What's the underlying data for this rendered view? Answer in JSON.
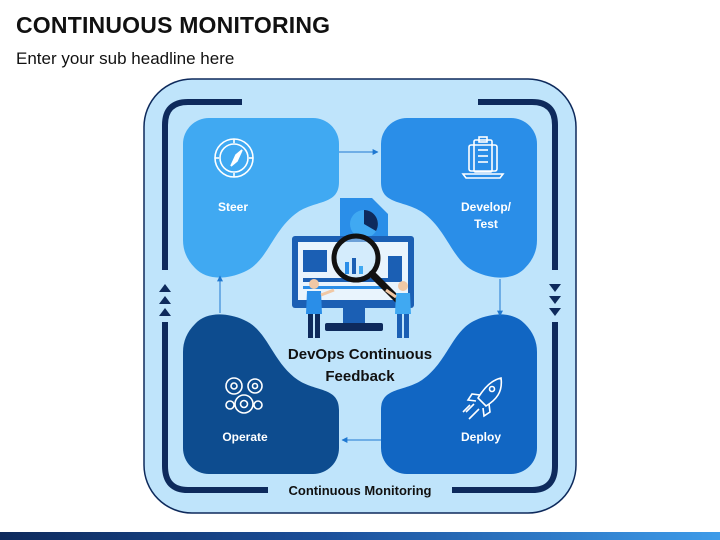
{
  "header": {
    "title": "CONTINUOUS MONITORING",
    "subtitle": "Enter your sub headline here"
  },
  "diagram": {
    "center_line1": "DevOps Continuous",
    "center_line2": "Feedback",
    "steps": [
      {
        "label": "Steer",
        "icon": "compass-icon"
      },
      {
        "label": "Develop/",
        "label2": "Test",
        "icon": "clipboard-laptop-icon"
      },
      {
        "label": "Deploy",
        "icon": "rocket-icon"
      },
      {
        "label": "Operate",
        "icon": "gears-icon"
      }
    ],
    "bottom_label": "Continuous Monitoring"
  },
  "colors": {
    "outer_panel": "#bfe4fb",
    "frame": "#0e2a5c",
    "steer": "#40a9f2",
    "develop": "#2a8ee8",
    "deploy": "#1166c3",
    "operate": "#0d4c8f"
  }
}
